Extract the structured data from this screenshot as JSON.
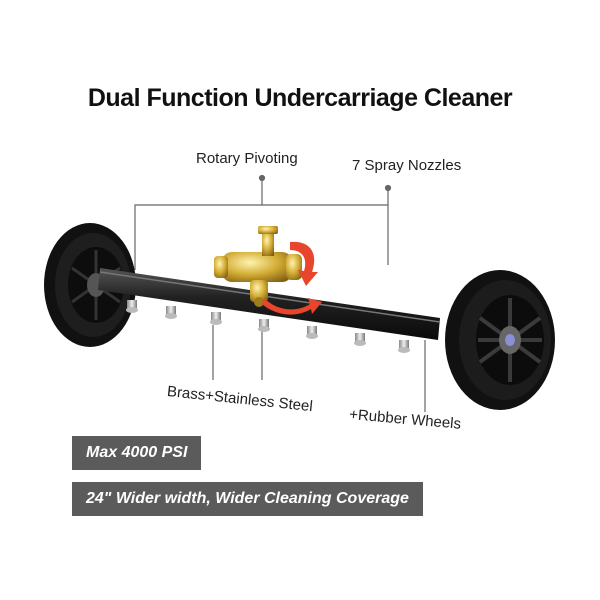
{
  "title": "Dual Function Undercarriage Cleaner",
  "callouts": {
    "rotary": "Rotary Pivoting",
    "nozzles": "7 Spray Nozzles",
    "material": "Brass+Stainless Steel",
    "wheels": "+Rubber Wheels"
  },
  "badges": {
    "pressure": "Max 4000 PSI",
    "width": "24\" Wider width, Wider Cleaning Coverage"
  },
  "colors": {
    "badge_bg": "#5b5b5b",
    "arrow": "#e8452c",
    "brass": "#c9a227"
  }
}
